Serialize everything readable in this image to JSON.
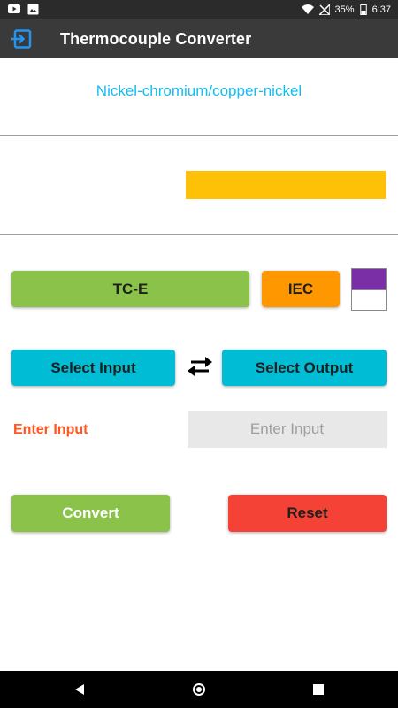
{
  "status_bar": {
    "battery": "35%",
    "time": "6:37"
  },
  "app_bar": {
    "title": "Thermocouple Converter",
    "back_icon": "exit-to-app-icon"
  },
  "subtitle": "Nickel-chromium/copper-nickel",
  "type_button_label": "TC-E",
  "standard_button_label": "IEC",
  "color_code": {
    "top": "#7b2fa6",
    "bottom": "#ffffff"
  },
  "select_input_label": "Select Input",
  "select_output_label": "Select Output",
  "swap_icon": "swap-arrows-icon",
  "enter_input_label": "Enter Input",
  "input_placeholder": "Enter Input",
  "input_value": "",
  "convert_label": "Convert",
  "reset_label": "Reset",
  "colors": {
    "accent_blue": "#12bdf0",
    "result_bar": "#ffc107",
    "green": "#8bc34a",
    "orange": "#ff9800",
    "cyan": "#00bcd4",
    "red": "#f44336",
    "label_orange": "#ff5722"
  }
}
